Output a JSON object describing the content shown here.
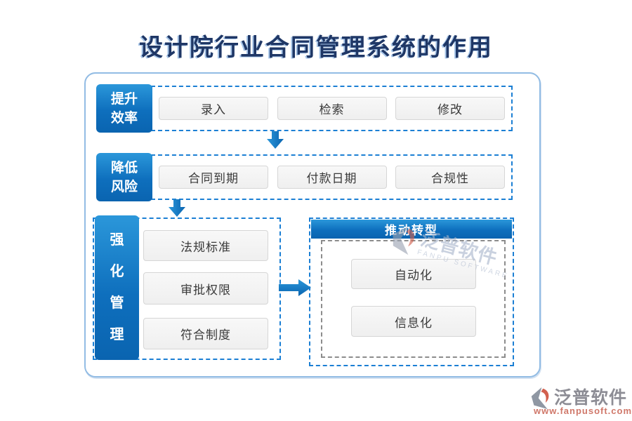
{
  "title": {
    "text": "设计院行业合同管理系统的作用"
  },
  "diagram": {
    "rows": [
      {
        "label": "提升效率",
        "items": [
          "录入",
          "检索",
          "修改"
        ]
      },
      {
        "label": "降低风险",
        "items": [
          "合同到期",
          "付款日期",
          "合规性"
        ]
      },
      {
        "label": "强化管理",
        "items": [
          "法规标准",
          "审批权限",
          "符合制度"
        ]
      }
    ],
    "transform_panel": {
      "header": "推动转型",
      "items": [
        "自动化",
        "信息化"
      ]
    }
  },
  "watermark": {
    "brand": "泛普软件",
    "subtitle": "FANPU SOFTWARE"
  },
  "footer": {
    "brand": "泛普软件",
    "website": "www.fanpusoft.com"
  },
  "colors": {
    "primary_blue": "#0e6fbd",
    "dashed_blue": "#1b7fd4",
    "container_border": "#92bce4",
    "inner_dashed_gray": "#8c8c8c",
    "button_bg": "#f3f3f3",
    "title_navy": "#1f3766",
    "logo_red": "#d2604e",
    "logo_gray": "#8f97a3",
    "footer_url_red": "#d0786a"
  }
}
